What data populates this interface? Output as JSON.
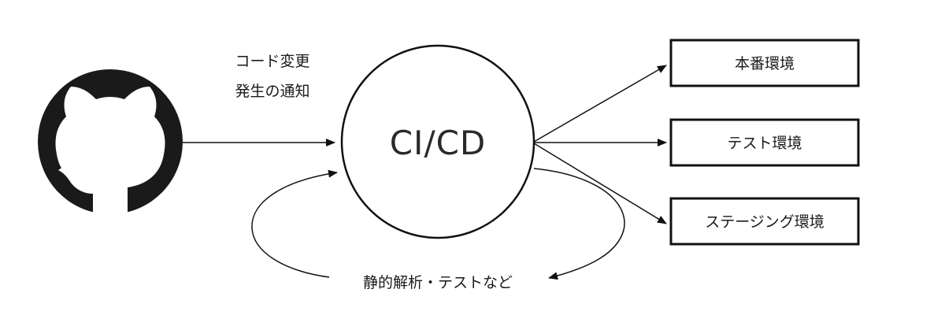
{
  "source": {
    "icon": "github-octocat-icon",
    "color": "#1a1a1a"
  },
  "hub": {
    "label": "CI/CD"
  },
  "notify": {
    "line1": "コード変更",
    "line2": "発生の通知"
  },
  "loop": {
    "label": "静的解析・テストなど"
  },
  "targets": [
    {
      "label": "本番環境"
    },
    {
      "label": "テスト環境"
    },
    {
      "label": "ステージング環境"
    }
  ],
  "colors": {
    "stroke": "#111111",
    "text": "#1a1a1a"
  }
}
